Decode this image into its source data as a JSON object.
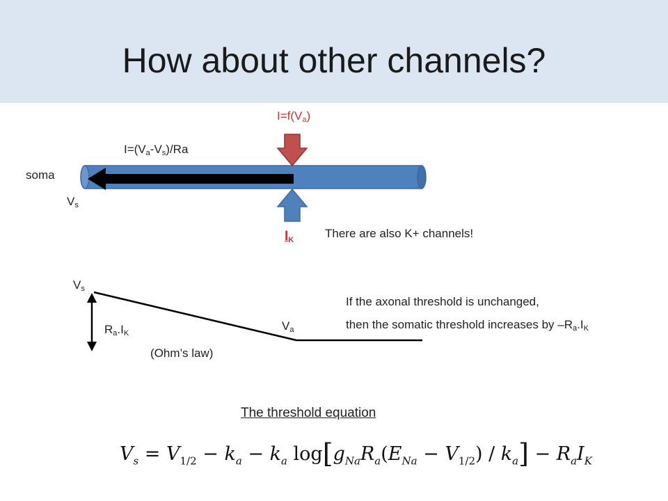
{
  "slide": {
    "title": "How about other channels?"
  },
  "axon": {
    "soma_label": "soma",
    "vs_label": {
      "main": "V",
      "sub": "s"
    },
    "axial_current": {
      "prefix": "I=(V",
      "sub1": "a",
      "mid": "-V",
      "sub2": "s",
      "suffix": ")/Ra"
    },
    "na_current": {
      "prefix": "I=f(V",
      "sub": "a",
      "suffix": ")"
    },
    "k_current": {
      "main": "I",
      "sub": "K"
    },
    "k_note": "There are also K+ channels!"
  },
  "voltage_profile": {
    "vs_label": {
      "main": "V",
      "sub": "s"
    },
    "va_label": {
      "main": "V",
      "sub": "a"
    },
    "drop_label": {
      "p1": "R",
      "s1": "a",
      "p2": ".I",
      "s2": "K"
    },
    "ohm_label": "(Ohm’s law)",
    "conclusion_line1": "If the axonal threshold is unchanged,",
    "conclusion_line2": {
      "prefix": "then the somatic threshold increases by –R",
      "s1": "a",
      "mid": ".I",
      "s2": "K"
    }
  },
  "equation": {
    "heading": "The threshold equation"
  },
  "colors": {
    "header_bg": "#dce6f2",
    "axon_fill": "#4f81bd",
    "na_arrow": "#c0504d",
    "k_arrow": "#4f81bd"
  }
}
